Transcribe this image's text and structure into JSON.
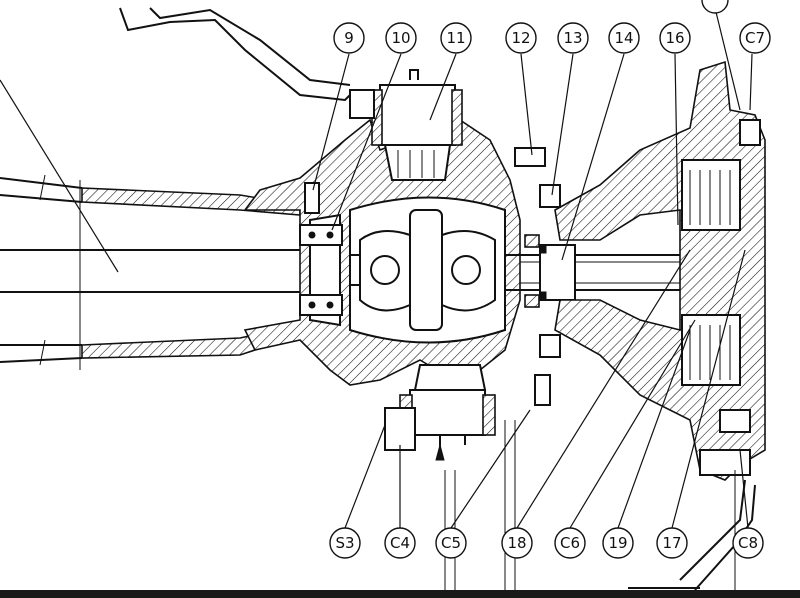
{
  "callouts": [
    {
      "id": "c9",
      "label": "9"
    },
    {
      "id": "c10",
      "label": "10"
    },
    {
      "id": "c11",
      "label": "11"
    },
    {
      "id": "c12",
      "label": "12"
    },
    {
      "id": "c13",
      "label": "13"
    },
    {
      "id": "c14",
      "label": "14"
    },
    {
      "id": "c16",
      "label": "16"
    },
    {
      "id": "cC7",
      "label": "C7"
    },
    {
      "id": "cS3",
      "label": "S3"
    },
    {
      "id": "cC4",
      "label": "C4"
    },
    {
      "id": "cC5",
      "label": "C5"
    },
    {
      "id": "c18",
      "label": "18"
    },
    {
      "id": "cC6",
      "label": "C6"
    },
    {
      "id": "c19",
      "label": "19"
    },
    {
      "id": "c17",
      "label": "17"
    },
    {
      "id": "cC8",
      "label": "C8"
    }
  ],
  "colors": {
    "ink": "#111111",
    "paper": "#ffffff"
  }
}
